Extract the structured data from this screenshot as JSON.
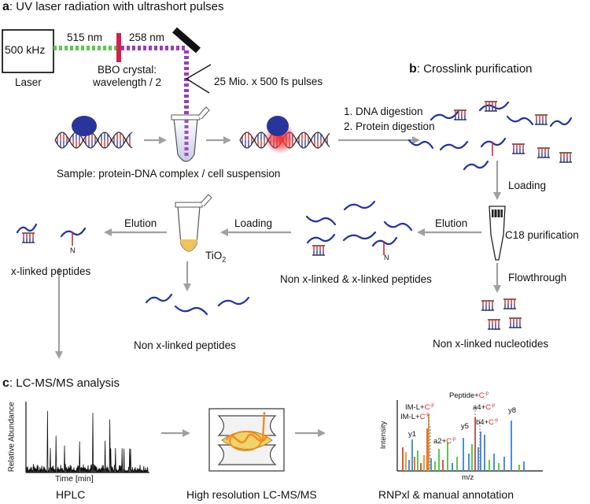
{
  "section_a": {
    "letter": "a",
    "title": ": UV laser radiation with ultrashort pulses"
  },
  "section_b": {
    "letter": "b",
    "title": ": Crosslink purification"
  },
  "section_c": {
    "letter": "c",
    "title": ": LC-MS/MS analysis"
  },
  "laser": {
    "freq": "500 kHz",
    "caption": "Laser",
    "wl1": "515 nm",
    "wl2": "258 nm"
  },
  "crystal": {
    "line1": "BBO crystal:",
    "line2": "wavelength / 2"
  },
  "pulses": "25 Mio. x 500 fs pulses",
  "sample_caption": "Sample: protein-DNA complex / cell suspension",
  "digestion": {
    "step1": "1. DNA digestion",
    "step2": "2. Protein digestion"
  },
  "steps": {
    "loading_b": "Loading",
    "c18": "C18 purification",
    "elution_right": "Elution",
    "flowthrough": "Flowthrough",
    "loading_mid": "Loading",
    "elution_left": "Elution"
  },
  "tio2": {
    "text": "TiO",
    "sub": "2"
  },
  "captions": {
    "mixed": "Non x-linked & x-linked peptides",
    "nucleotides": "Non x-linked nucleotides",
    "xlinked": "x-linked peptides",
    "nonx": "Non x-linked peptides",
    "crosslink_marker": "N",
    "crosslink_marker2": "N"
  },
  "hplc": {
    "ylabel": "Relative Abundance",
    "xlabel": "Time [min]",
    "caption": "HPLC"
  },
  "lcms": {
    "caption": "High resolution LC-MS/MS"
  },
  "spectrum": {
    "ylabel": "Intensity",
    "xlabel": "m/z",
    "caption": "RNPxl & manual annotation",
    "sup": "-p",
    "annotations": {
      "imL1": "IM-L+",
      "imL2": "IM-L+",
      "peptide": "Peptide+",
      "a4": "a4+",
      "b4": "b4+",
      "a2": "a2+",
      "y1": "y1",
      "y5": "y5",
      "y8": "y8",
      "c": "C"
    }
  },
  "colors": {
    "dna_red": "#d02a2a",
    "dna_blue": "#2b3aa8",
    "peptide": "#2233a0",
    "green": "#5ac94a",
    "purple": "#9b3bbd",
    "protein": "#28359c",
    "laser_bar": "#d21f4f"
  }
}
